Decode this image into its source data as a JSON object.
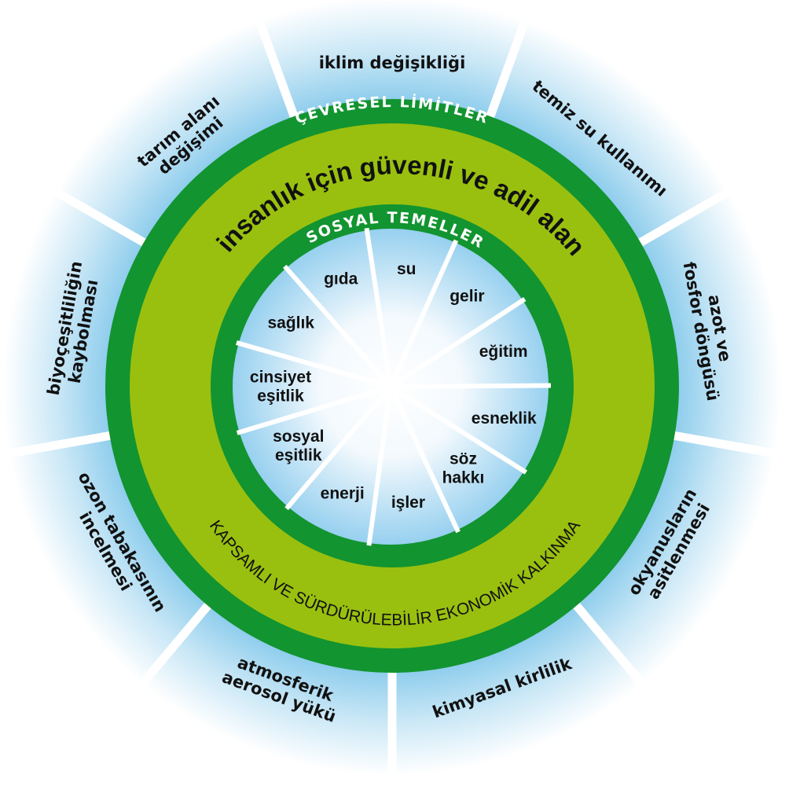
{
  "diagram": {
    "type": "doughnut-economics",
    "colors": {
      "outer_band": "#129430",
      "middle_band": "#99c00f",
      "inner_band": "#129430",
      "sky_blue": "#7ec6ea",
      "spoke": "#ffffff",
      "text": "#111111",
      "band_text": "#ffffff"
    },
    "outer_ring_title": "ÇEVRESEL LİMİTLER",
    "safe_space_title": "insanlık için güvenli ve adil alan",
    "economy_title": "KAPSAMLI VE SÜRDÜRÜLEBİLİR EKONOMİK KALKINMA",
    "inner_ring_title": "SOSYAL TEMELLER",
    "environmental_limits": [
      {
        "lines": [
          "iklim değişikliği"
        ]
      },
      {
        "lines": [
          "temiz su kullanımı"
        ]
      },
      {
        "lines": [
          "azot ve",
          "fosfor döngüsü"
        ]
      },
      {
        "lines": [
          "okyanusların",
          "asitlenmesi"
        ]
      },
      {
        "lines": [
          "kimyasal kirlilik"
        ]
      },
      {
        "lines": [
          "atmosferik",
          "aerosol yükü"
        ]
      },
      {
        "lines": [
          "ozon tabakasının",
          "incelmesi"
        ]
      },
      {
        "lines": [
          "biyoçeşitliliğin",
          "kaybolması"
        ]
      },
      {
        "lines": [
          "tarım alanı",
          "değişimi"
        ]
      }
    ],
    "social_foundations": [
      {
        "lines": [
          "su"
        ]
      },
      {
        "lines": [
          "gelir"
        ]
      },
      {
        "lines": [
          "eğitim"
        ]
      },
      {
        "lines": [
          "esneklik"
        ]
      },
      {
        "lines": [
          "söz",
          "hakkı"
        ]
      },
      {
        "lines": [
          "işler"
        ]
      },
      {
        "lines": [
          "enerji"
        ]
      },
      {
        "lines": [
          "sosyal",
          "eşitlik"
        ]
      },
      {
        "lines": [
          "cinsiyet",
          "eşitlik"
        ]
      },
      {
        "lines": [
          "sağlık"
        ]
      },
      {
        "lines": [
          "gıda"
        ]
      }
    ]
  }
}
